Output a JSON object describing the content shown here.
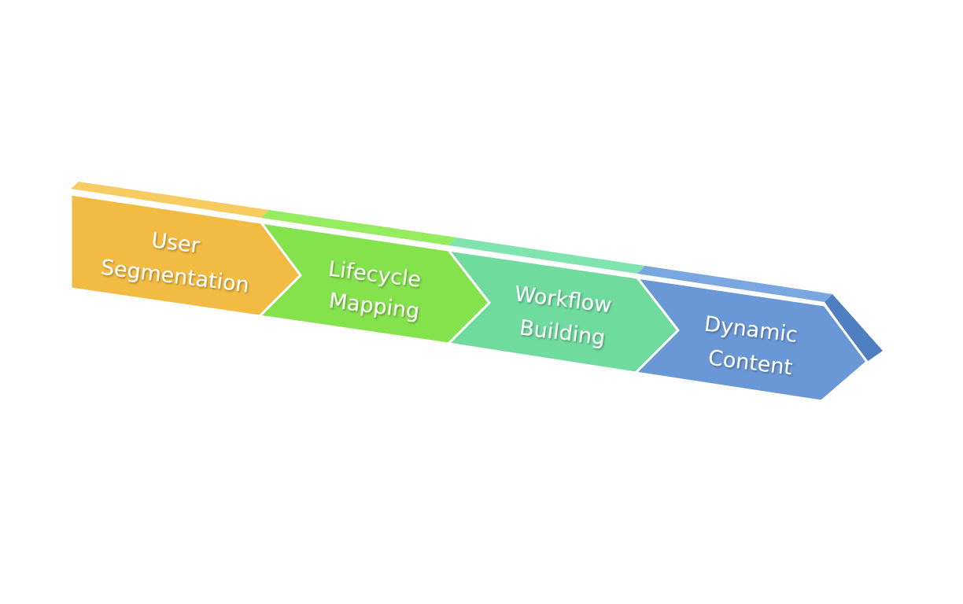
{
  "diagram": {
    "steps": [
      {
        "line1": "User",
        "line2": "Segmentation",
        "color": "#F2BB44",
        "top_color": "#F7CC63",
        "edge_color": "#D9A12F"
      },
      {
        "line1": "Lifecycle",
        "line2": "Mapping",
        "color": "#84E24C",
        "top_color": "#95EC5E",
        "edge_color": "#6CC93A"
      },
      {
        "line1": "Workflow",
        "line2": "Building",
        "color": "#6FDB9E",
        "top_color": "#7FE4AE",
        "edge_color": "#58C289"
      },
      {
        "line1": "Dynamic",
        "line2": "Content",
        "color": "#6A98D6",
        "top_color": "#7AA7E0",
        "edge_color": "#4F7FC0"
      }
    ]
  }
}
